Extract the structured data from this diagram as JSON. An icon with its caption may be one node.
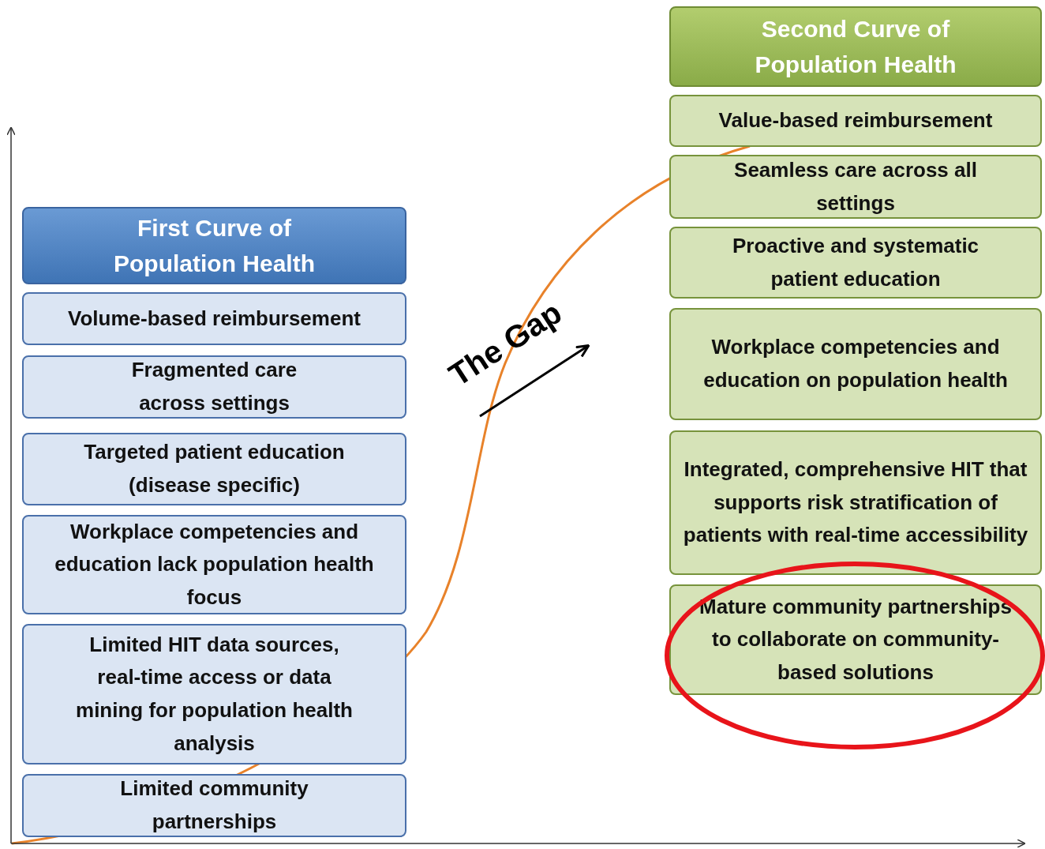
{
  "diagram": {
    "nodes": [
      {
        "text": [
          "First Curve of Population Health"
        ]
      },
      {
        "text": [
          "Volume-based reimbursement"
        ]
      },
      {
        "text": [
          "Fragmented care across settings"
        ]
      },
      {
        "text": [
          "Targeted patient education (disease specific)"
        ]
      },
      {
        "text": [
          "Workplace competencies and education lack population health focus"
        ]
      },
      {
        "text": [
          "Limited HIT data sources, real-time access or data mining for population health analysis"
        ]
      },
      {
        "text": [
          "Limited community partnerships"
        ]
      },
      {
        "text": [
          "Second Curve of Population Health"
        ]
      },
      {
        "text": [
          "Value-based reimbursement"
        ]
      },
      {
        "text": [
          "Seamless care across all settings"
        ]
      },
      {
        "text": [
          "Proactive and systematic patient education"
        ]
      },
      {
        "text": [
          "Workplace competencies and education on population health"
        ]
      },
      {
        "text": [
          "Integrated, comprehensive HIT that supports risk stratification of patients with real-time accessibility"
        ]
      },
      {
        "text": [
          "Mature community partnerships to collaborate on community-based solutions"
        ]
      }
    ],
    "labels": [
      "The Gap"
    ]
  }
}
